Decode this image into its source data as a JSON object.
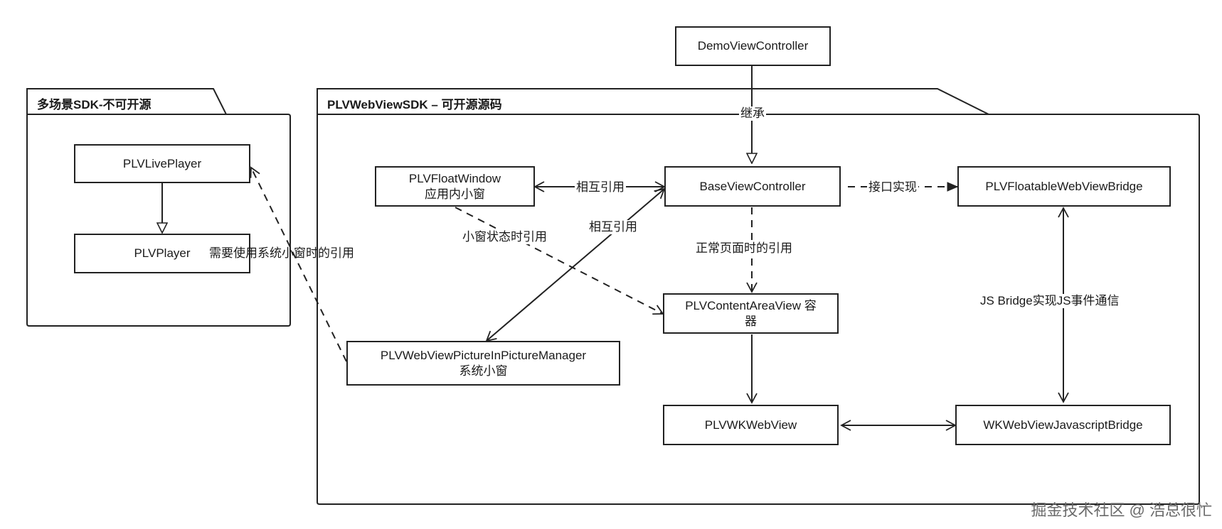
{
  "packages": {
    "left": {
      "title": "多场景SDK-不可开源"
    },
    "right": {
      "title": "PLVWebViewSDK – 可开源源码"
    }
  },
  "nodes": {
    "demo": {
      "line1": "DemoViewController",
      "line2": ""
    },
    "base": {
      "line1": "BaseViewController",
      "line2": ""
    },
    "float_window": {
      "line1": "PLVFloatWindow",
      "line2": "应用内小窗"
    },
    "floatable_bridge": {
      "line1": "PLVFloatableWebViewBridge",
      "line2": ""
    },
    "live_player": {
      "line1": "PLVLivePlayer",
      "line2": ""
    },
    "player": {
      "line1": "PLVPlayer",
      "line2": ""
    },
    "content_area": {
      "line1": "PLVContentAreaView 容",
      "line2": "器"
    },
    "pip_manager": {
      "line1": "PLVWebViewPictureInPictureManager",
      "line2": "系统小窗"
    },
    "wk_webview": {
      "line1": "PLVWKWebView",
      "line2": ""
    },
    "js_bridge": {
      "line1": "WKWebViewJavascriptBridge",
      "line2": ""
    }
  },
  "edges": {
    "inherit": "继承",
    "mutual_ref_1": "相互引用",
    "mutual_ref_2": "相互引用",
    "interface_impl": "接口实现",
    "small_window_ref": "小窗状态时引用",
    "normal_page_ref": "正常页面时的引用",
    "system_pip_ref": "需要使用系统小窗时的引用",
    "js_bridge_comm": "JS Bridge实现JS事件通信"
  },
  "watermark": "掘金技术社区 @ 浩总很忙"
}
